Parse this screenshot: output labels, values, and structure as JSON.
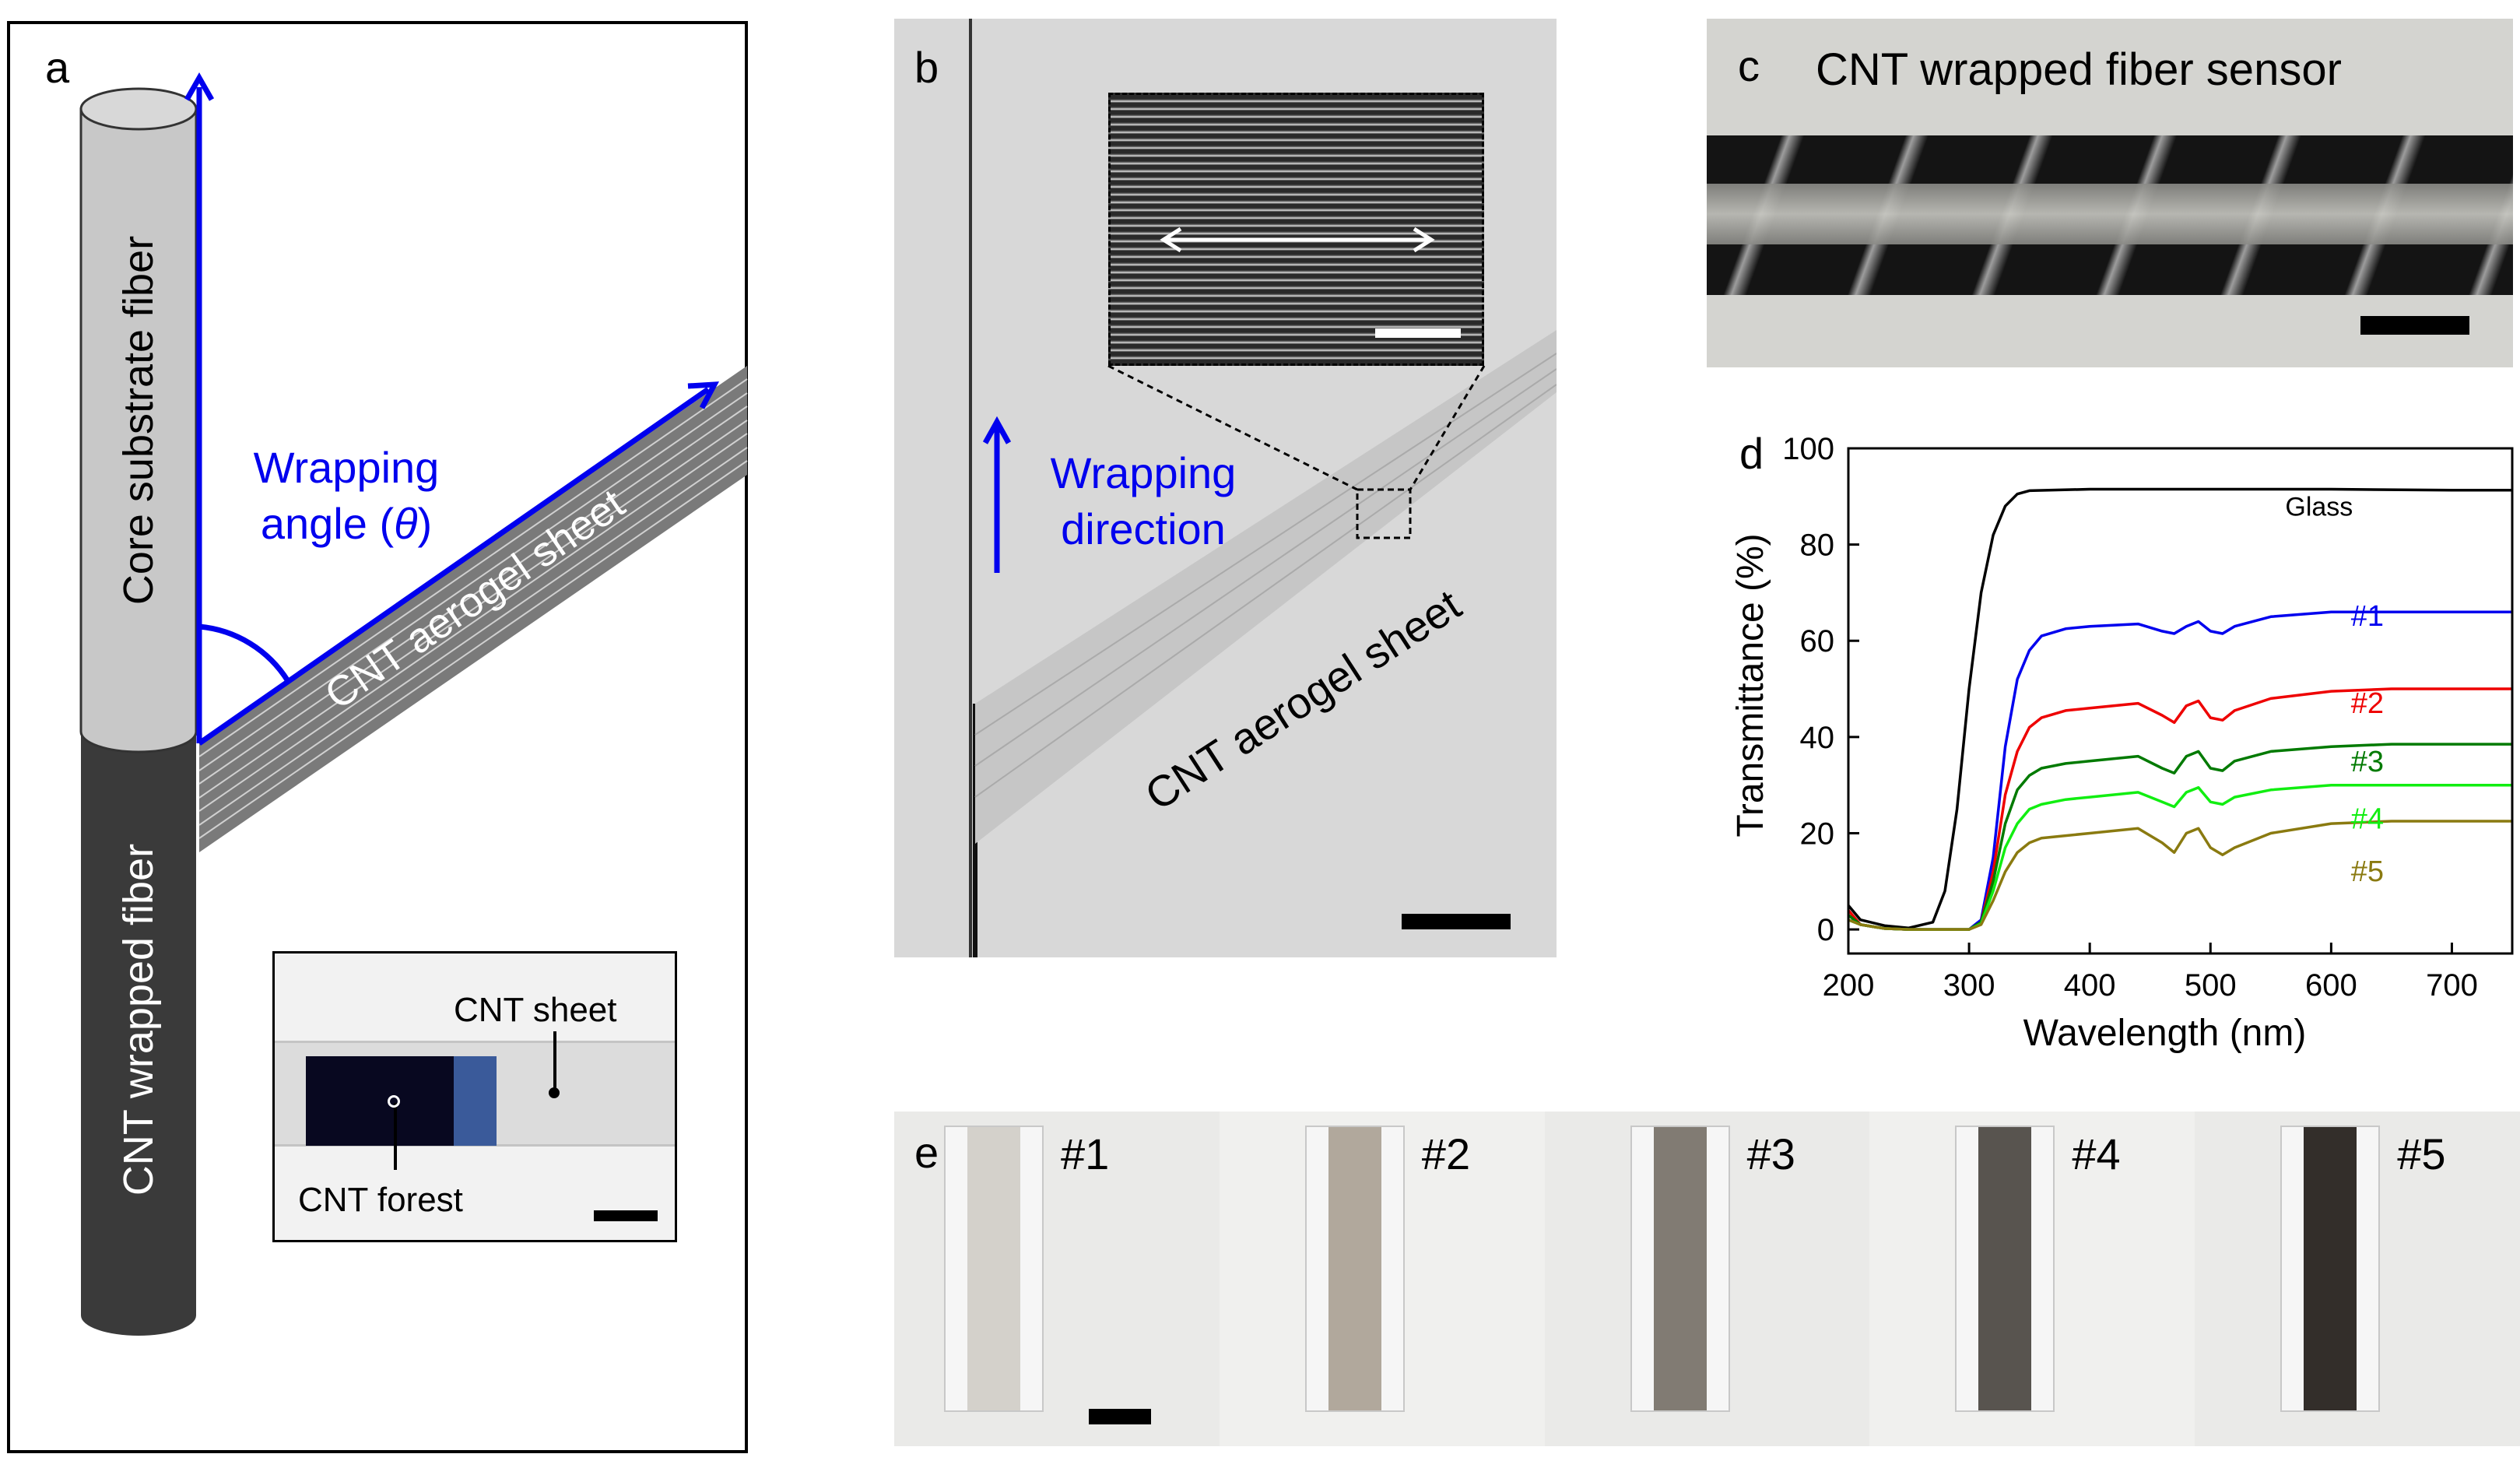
{
  "panel_a": {
    "label": "a",
    "core_fiber_label": "Core substrate fiber",
    "wrapped_fiber_label": "CNT wrapped fiber",
    "sheet_label": "CNT aerogel sheet",
    "angle_label_line1": "Wrapping",
    "angle_label_line2": "angle (",
    "angle_symbol": "θ",
    "angle_label_close": ")",
    "inset": {
      "sheet_label": "CNT sheet",
      "forest_label": "CNT forest"
    }
  },
  "panel_b": {
    "label": "b",
    "direction_line1": "Wrapping",
    "direction_line2": "direction",
    "sheet_label": "CNT aerogel sheet"
  },
  "panel_c": {
    "label": "c",
    "title": "CNT wrapped fiber sensor"
  },
  "panel_d": {
    "label": "d",
    "chart_data": {
      "type": "line",
      "title": "",
      "xlabel": "Wavelength (nm)",
      "ylabel": "Transmittance (%)",
      "xlim": [
        200,
        750
      ],
      "ylim": [
        -5,
        100
      ],
      "xticks": [
        200,
        300,
        400,
        500,
        600,
        700
      ],
      "yticks": [
        0,
        20,
        40,
        60,
        80,
        100
      ],
      "grid": false,
      "series": [
        {
          "name": "Glass",
          "color": "#000000",
          "x": [
            200,
            210,
            230,
            250,
            270,
            280,
            290,
            300,
            310,
            320,
            330,
            340,
            350,
            400,
            500,
            600,
            700,
            750
          ],
          "y": [
            5,
            2,
            0.8,
            0.3,
            1.5,
            8,
            25,
            50,
            70,
            82,
            88,
            90.5,
            91.2,
            91.5,
            91.5,
            91.5,
            91.3,
            91.3
          ]
        },
        {
          "name": "#1",
          "color": "#0000ee",
          "x": [
            200,
            210,
            230,
            250,
            300,
            310,
            320,
            330,
            340,
            350,
            360,
            380,
            400,
            440,
            460,
            470,
            480,
            490,
            500,
            510,
            520,
            550,
            600,
            650,
            700,
            750
          ],
          "y": [
            3,
            1,
            0.2,
            0,
            0,
            2,
            15,
            38,
            52,
            58,
            61,
            62.5,
            63,
            63.5,
            62,
            61.5,
            63,
            64,
            62,
            61.5,
            63,
            65,
            66,
            66,
            66,
            66
          ]
        },
        {
          "name": "#2",
          "color": "#ee0000",
          "x": [
            200,
            210,
            230,
            250,
            300,
            310,
            320,
            330,
            340,
            350,
            360,
            380,
            400,
            440,
            460,
            470,
            480,
            490,
            500,
            510,
            520,
            550,
            600,
            650,
            700,
            750
          ],
          "y": [
            4,
            1,
            0.2,
            0,
            0,
            1.5,
            12,
            28,
            37,
            42,
            44,
            45.5,
            46,
            47,
            44.5,
            43,
            46.5,
            47.5,
            44,
            43.5,
            45.5,
            48,
            49.5,
            50,
            50,
            50
          ]
        },
        {
          "name": "#3",
          "color": "#007a00",
          "x": [
            200,
            210,
            230,
            250,
            300,
            310,
            320,
            330,
            340,
            350,
            360,
            380,
            400,
            440,
            460,
            470,
            480,
            490,
            500,
            510,
            520,
            550,
            600,
            650,
            700,
            750
          ],
          "y": [
            3,
            1,
            0.2,
            0,
            0,
            1.5,
            10,
            22,
            29,
            32,
            33.5,
            34.5,
            35,
            36,
            33.5,
            32.5,
            36,
            37,
            33.5,
            33,
            35,
            37,
            38,
            38.5,
            38.5,
            38.5
          ]
        },
        {
          "name": "#4",
          "color": "#11ee11",
          "x": [
            200,
            210,
            230,
            250,
            300,
            310,
            320,
            330,
            340,
            350,
            360,
            380,
            400,
            440,
            460,
            470,
            480,
            490,
            500,
            510,
            520,
            550,
            600,
            650,
            700,
            750
          ],
          "y": [
            2,
            1,
            0.2,
            0,
            0,
            1.2,
            8,
            17,
            22,
            25,
            26,
            27,
            27.5,
            28.5,
            26.5,
            25.5,
            28.5,
            29.5,
            26.5,
            26,
            27.5,
            29,
            30,
            30,
            30,
            30
          ]
        },
        {
          "name": "#5",
          "color": "#8a7a10",
          "x": [
            200,
            210,
            230,
            250,
            300,
            310,
            320,
            330,
            340,
            350,
            360,
            380,
            400,
            440,
            460,
            470,
            480,
            490,
            500,
            510,
            520,
            550,
            600,
            650,
            700,
            750
          ],
          "y": [
            2,
            1,
            0.2,
            0,
            0,
            1,
            6,
            12,
            16,
            18,
            19,
            19.5,
            20,
            21,
            18,
            16,
            20,
            21,
            17,
            15.5,
            17,
            20,
            22,
            22.5,
            22.5,
            22.5
          ]
        }
      ]
    }
  },
  "panel_e": {
    "label": "e",
    "samples": [
      {
        "label": "#1",
        "stripe_color": "#b8b2a8",
        "opacity": 0.55
      },
      {
        "label": "#2",
        "stripe_color": "#9a8e7e",
        "opacity": 0.75
      },
      {
        "label": "#3",
        "stripe_color": "#6c655c",
        "opacity": 0.85
      },
      {
        "label": "#4",
        "stripe_color": "#4a4540",
        "opacity": 0.92
      },
      {
        "label": "#5",
        "stripe_color": "#332e2a",
        "opacity": 1.0
      }
    ]
  },
  "colors": {
    "blue": "#0000ee",
    "gray_fiber": "#c8c8c8",
    "dark_fiber": "#3a3a3a",
    "sheet": "#7a7a7a"
  }
}
